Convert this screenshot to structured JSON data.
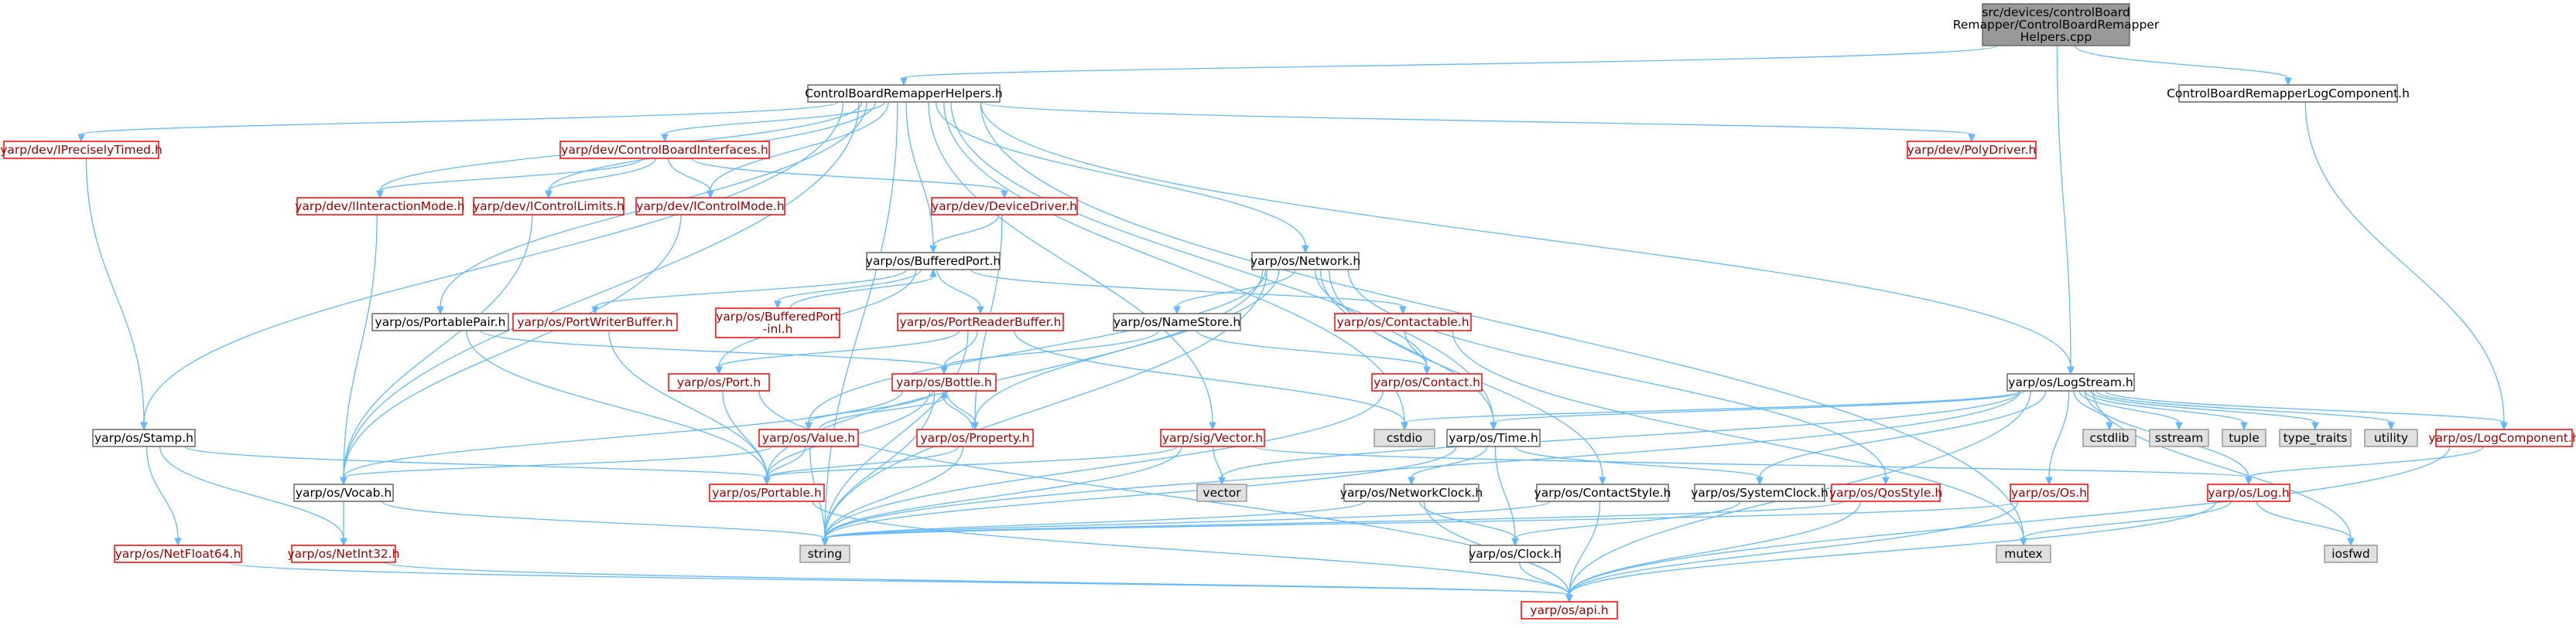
{
  "colors": {
    "edge": "#63b8ff",
    "root_fill": "#999999",
    "node_fill": "#ffffff",
    "node_border": "#666666",
    "node_text": "#000000",
    "linked_border": "#ff0000",
    "linked_text": "#9a0000",
    "system_fill": "#e0e0e0",
    "system_border": "#999999"
  },
  "nodes": {
    "root": [
      "src/devices/controlBoard",
      "Remapper/ControlBoardRemapper",
      "Helpers.cpp"
    ],
    "helpers_h": "ControlBoardRemapperHelpers.h",
    "logcomponent_h": "ControlBoardRemapperLogComponent.h",
    "iprecisely_timed": "yarp/dev/IPreciselyTimed.h",
    "cb_interfaces": "yarp/dev/ControlBoardInterfaces.h",
    "poly_driver": "yarp/dev/PolyDriver.h",
    "iinteraction_mode": "yarp/dev/IInteractionMode.h",
    "icontrol_limits": "yarp/dev/IControlLimits.h",
    "icontrol_mode": "yarp/dev/IControlMode.h",
    "device_driver": "yarp/dev/DeviceDriver.h",
    "buffered_port": "yarp/os/BufferedPort.h",
    "network": "yarp/os/Network.h",
    "portable_pair": "yarp/os/PortablePair.h",
    "port_writer_buffer": "yarp/os/PortWriterBuffer.h",
    "buffered_port_inl": [
      "yarp/os/BufferedPort",
      "-inl.h"
    ],
    "port_reader_buffer": "yarp/os/PortReaderBuffer.h",
    "name_store": "yarp/os/NameStore.h",
    "contactable": "yarp/os/Contactable.h",
    "port": "yarp/os/Port.h",
    "bottle": "yarp/os/Bottle.h",
    "contact": "yarp/os/Contact.h",
    "log_stream": "yarp/os/LogStream.h",
    "stamp": "yarp/os/Stamp.h",
    "value": "yarp/os/Value.h",
    "property": "yarp/os/Property.h",
    "sig_vector": "yarp/sig/Vector.h",
    "time": "yarp/os/Time.h",
    "cstdio": "cstdio",
    "cstdlib": "cstdlib",
    "sstream": "sstream",
    "tuple": "tuple",
    "type_traits": "type_traits",
    "utility": "utility",
    "log_component": "yarp/os/LogComponent.h",
    "vocab": "yarp/os/Vocab.h",
    "portable": "yarp/os/Portable.h",
    "vector": "vector",
    "network_clock": "yarp/os/NetworkClock.h",
    "contact_style": "yarp/os/ContactStyle.h",
    "system_clock": "yarp/os/SystemClock.h",
    "qos_style": "yarp/os/QosStyle.h",
    "os_h": "yarp/os/Os.h",
    "log_h": "yarp/os/Log.h",
    "net_float64": "yarp/os/NetFloat64.h",
    "net_int32": "yarp/os/NetInt32.h",
    "string": "string",
    "clock": "yarp/os/Clock.h",
    "mutex": "mutex",
    "iosfwd": "iosfwd",
    "api": "yarp/os/api.h"
  }
}
